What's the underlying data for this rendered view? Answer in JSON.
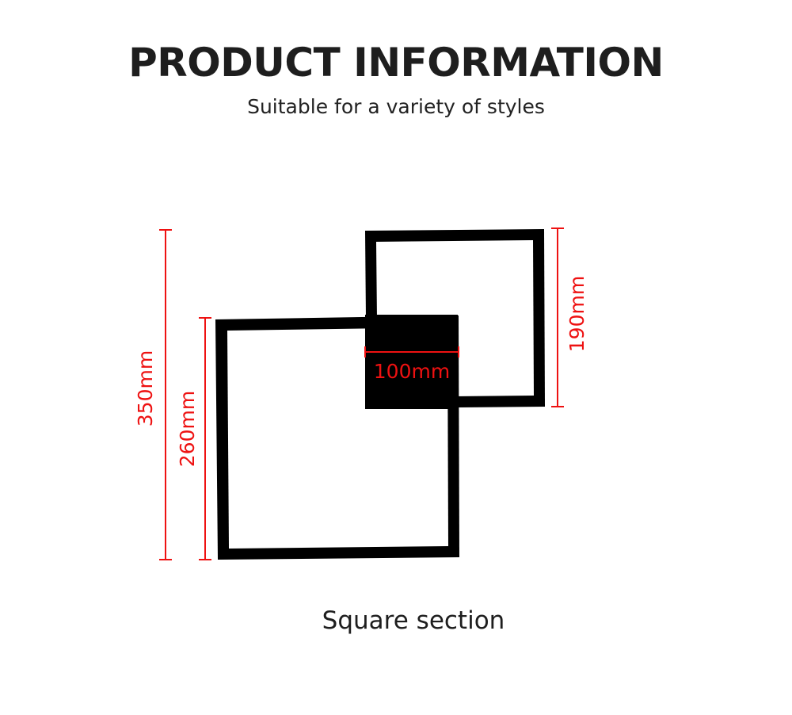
{
  "header": {
    "title": "PRODUCT INFORMATION",
    "subtitle": "Suitable for a variety of styles"
  },
  "diagram": {
    "dimension_color": "#ee1111",
    "shape_color": "#000000",
    "dimensions": {
      "total_height": "350mm",
      "large_square": "260mm",
      "small_square": "190mm",
      "overlap_width": "100mm"
    }
  },
  "caption": "Square section"
}
